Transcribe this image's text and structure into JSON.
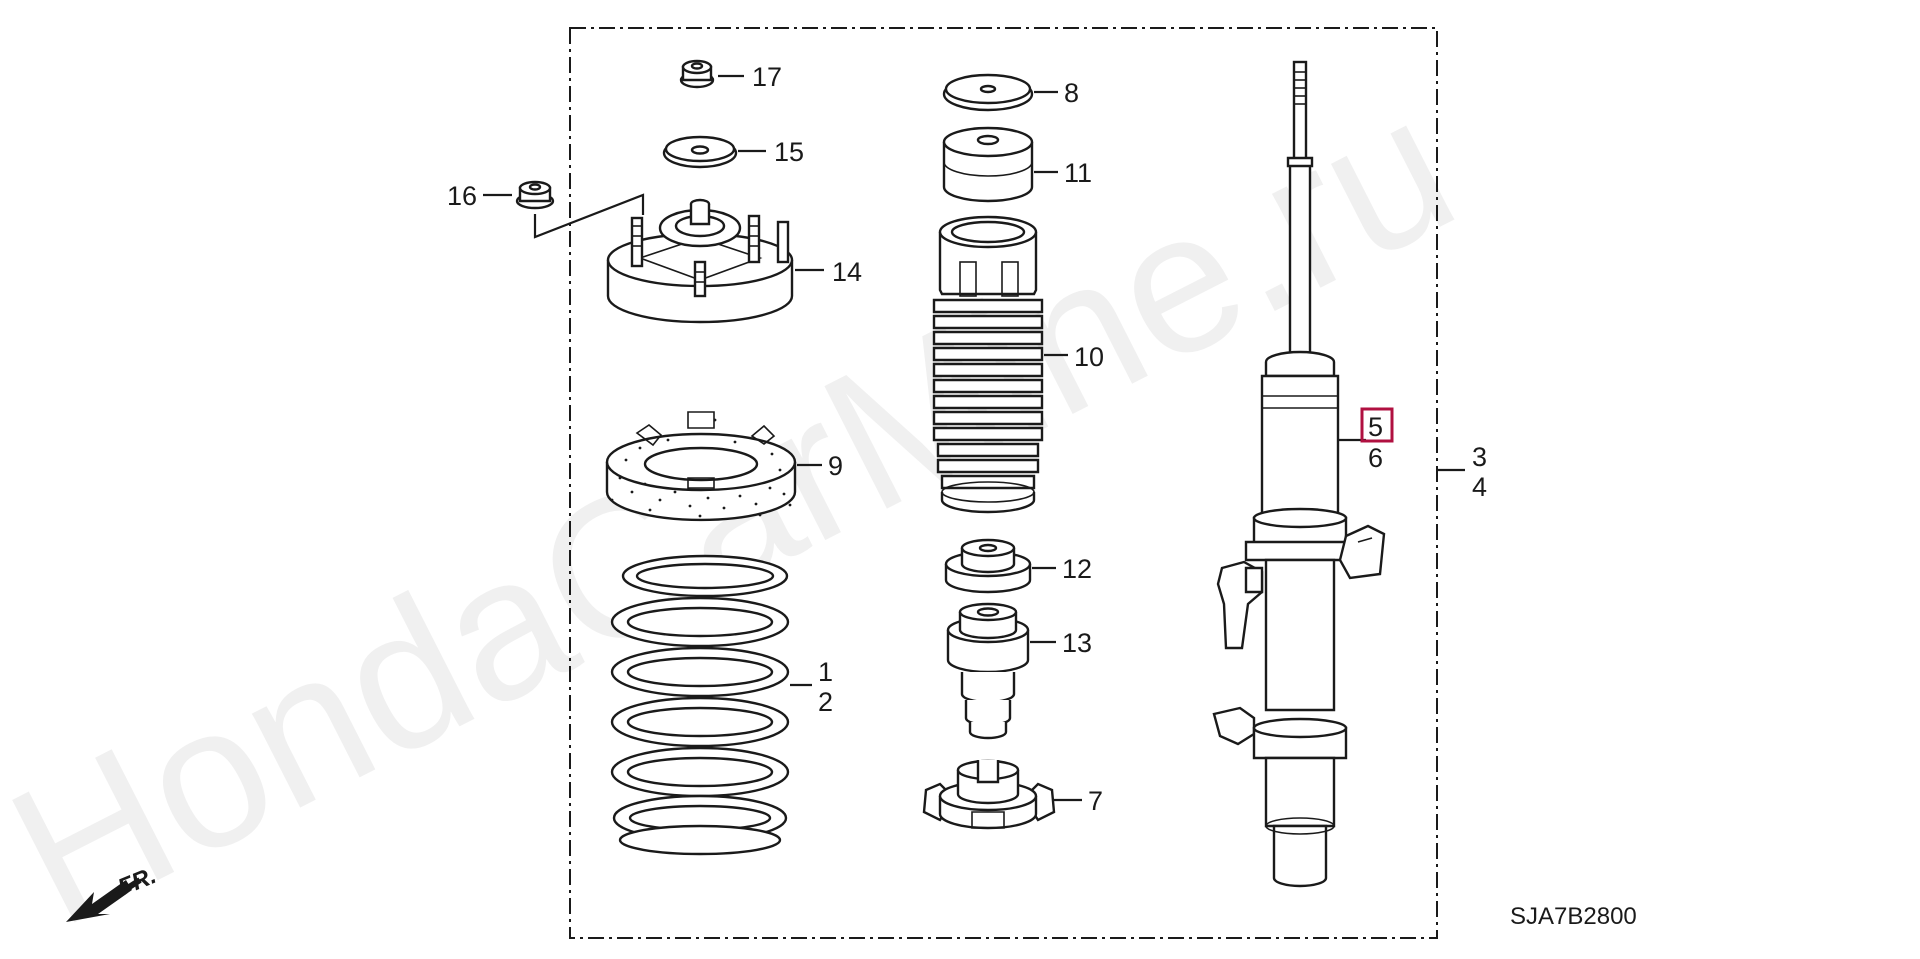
{
  "watermark": "HondaCarMine.ru",
  "diagram_code": "SJA7B2800",
  "direction_label": "FR.",
  "highlight_color": "#b01040",
  "parts": {
    "p1": "1",
    "p2": "2",
    "p3": "3",
    "p4": "4",
    "p5": "5",
    "p6": "6",
    "p7": "7",
    "p8": "8",
    "p9": "9",
    "p10": "10",
    "p11": "11",
    "p12": "12",
    "p13": "13",
    "p14": "14",
    "p15": "15",
    "p16": "16",
    "p17": "17"
  },
  "highlighted_part": "5"
}
